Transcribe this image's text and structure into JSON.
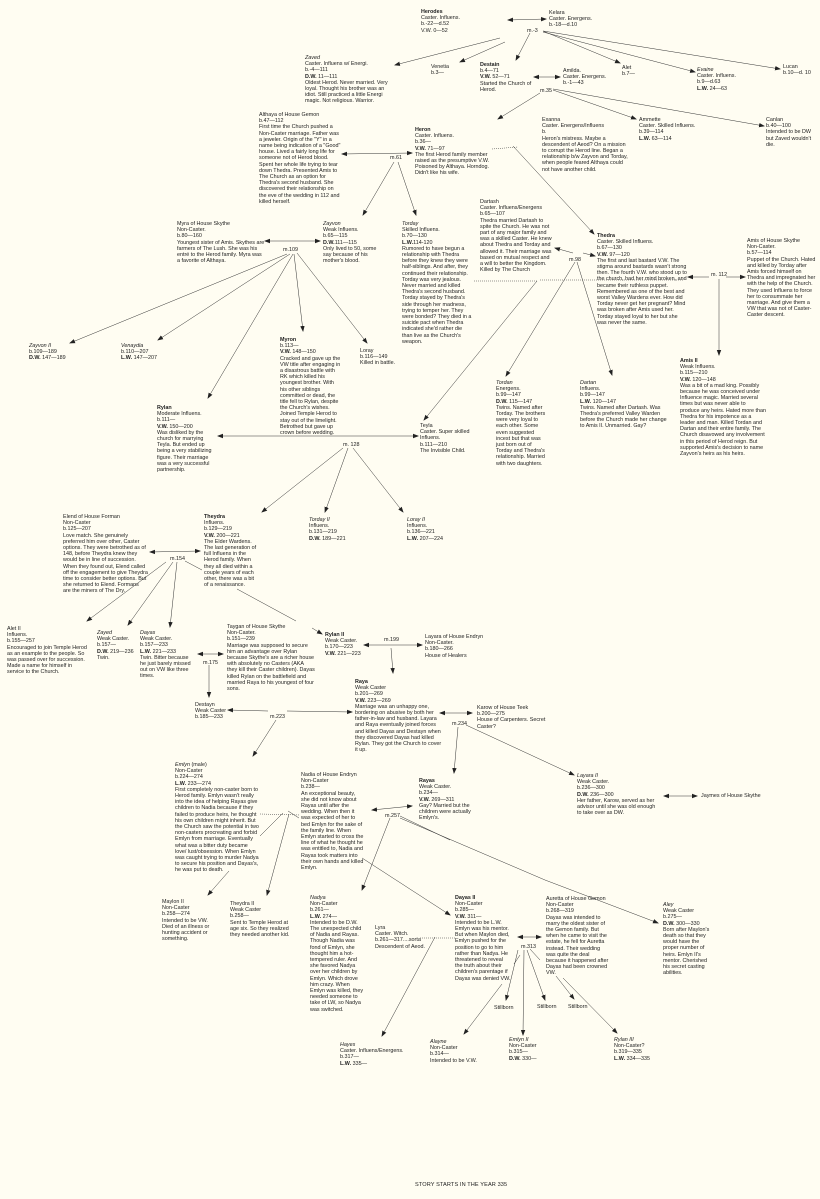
{
  "footer": "STORY STARTS IN THE YEAR 335",
  "marriages": [
    "m.-3",
    "m.35",
    "m.61",
    "m.109",
    "m.98",
    "m. 112",
    "m. 128",
    "m.154",
    "m.175",
    "m.199",
    "m.223",
    "m.234",
    "m.257",
    "m.313"
  ],
  "people": [
    {
      "id": "herodes",
      "name": "Herodes",
      "style": "bold",
      "lines": [
        "Caster. Influens.",
        "b.-22—d.52",
        {
          "label": "",
          "value": "V.W. 0—52"
        }
      ]
    },
    {
      "id": "kelara",
      "name": "Kelara",
      "style": "plain",
      "lines": [
        "Caster. Energens.",
        "b.-18—d.10"
      ]
    },
    {
      "id": "zaved",
      "name": "Zaved",
      "style": "italic",
      "lines": [
        "Caster. Influens w/ Energi.",
        "b.-4—111",
        {
          "label": "D.W.",
          "value": " 11—111"
        },
        "Oldest Herod. Never married. Very loyal. Thought his brother was an idiot. Still practiced a little Energi magic. Not religious. Warrior."
      ]
    },
    {
      "id": "venetia",
      "name": "Venetia",
      "style": "plain",
      "lines": [
        "b.3—"
      ]
    },
    {
      "id": "destain",
      "name": "Destain",
      "style": "bold",
      "lines": [
        "b.4—71",
        {
          "label": "V.W.",
          "value": " 52—71"
        },
        "Started the Church of Herod."
      ]
    },
    {
      "id": "alet",
      "name": "Alet",
      "style": "plain",
      "lines": [
        "b.7—"
      ]
    },
    {
      "id": "evaine",
      "name": "Evaine",
      "style": "italic",
      "lines": [
        "Caster. Influens.",
        "b.9—d.63",
        {
          "label": "L.W.",
          "value": " 24—63"
        }
      ]
    },
    {
      "id": "lucan",
      "name": "Lucan",
      "style": "plain",
      "lines": [
        "b.10—d. 10"
      ]
    },
    {
      "id": "amilda",
      "name": "Amilda.",
      "style": "plain",
      "lines": [
        "Caster. Energens.",
        "b.-1—43"
      ]
    },
    {
      "id": "exanna",
      "name": "Exanna",
      "style": "plain",
      "lines": [
        "Caster. Energens/Influens",
        "b.",
        "Heron's mistress. Maybe a descendent of Aeod? On a mission to corrupt the Herod line. Began a relationship b/w Zayvon and Torday, when people feared Althaya could not have another child."
      ]
    },
    {
      "id": "ammette",
      "name": "Ammette",
      "style": "plain",
      "lines": [
        "Caster. Skilled Influens.",
        "b.39—114",
        {
          "label": "L.W.",
          "value": " 63—114"
        }
      ]
    },
    {
      "id": "canlan",
      "name": "Canlan",
      "style": "plain",
      "lines": [
        "b.40—100",
        "Intended to be DW but Zaved wouldn't die."
      ]
    },
    {
      "id": "althaya",
      "name": "Althaya of House Gemon",
      "style": "plain",
      "lines": [
        "b.47—112",
        "First time the Church pushed a Non-Caster marriage. Father was a jeweler. Origin of the \"Y\" in a name being indication of a \"Good\" house. Lived a fairly long life for someone not of Herod blood. Spent her whole life trying to tear down Thedra. Presented Amis to The Church as an option for Thedra's second husband. She discovered their relationship on the eve of the wedding in 112 and killed herself."
      ]
    },
    {
      "id": "heron",
      "name": "Heron",
      "style": "bold",
      "lines": [
        "Caster. Influens.",
        "b.36—",
        {
          "label": "V.W.",
          "value": " 71—97"
        },
        "The first Herod family member raised as the presumptive V.W. Poisoned by Althaya. Horndog. Didn't like his wife."
      ]
    },
    {
      "id": "myra",
      "name": "Myra of House Skythe",
      "style": "plain",
      "lines": [
        "Non-Caster.",
        "b.80—160",
        "Youngest sister of Amis. Skythes are farmers of The Lush. She was his entré to the Herod family. Myra was a favorite of Althaya."
      ]
    },
    {
      "id": "zayvon",
      "name": "Zayvon",
      "style": "italic",
      "lines": [
        "Weak Influens.",
        "b.65—115",
        {
          "label": "D.W.",
          "value": "111—115"
        },
        "Only lived to 50, some say because of his mother's blood."
      ]
    },
    {
      "id": "torday",
      "name": "Torday",
      "style": "italic",
      "lines": [
        "Skilled Influens.",
        "b.70—130",
        {
          "label": "L.W.",
          "value": "114-120"
        },
        "Rumored to have begun a relationship with Thedra before they knew they were half-siblings. And after, they continued their relationship. Torday was very jealous. Never married and killed Thedra's second husband. Torday stayed by Thedra's side through her madness, trying to temper her. They were bonded? They died in a suicide pact when Thedra indicated she'd rather die than live as the Church's weapon."
      ]
    },
    {
      "id": "dartash",
      "name": "Dartash",
      "style": "plain",
      "lines": [
        "Caster. Influens/Energens",
        "b.65—107",
        "Thedra married Dartash to spite the Church. He was not part of any major family and was a skilled Caster. He knew about Thedra and Torday and allowed it. Their marriage was based on mutual respect and a will to better the Kingdom. Killed by The Church"
      ]
    },
    {
      "id": "thedra",
      "name": "Thedra",
      "style": "bold",
      "lines": [
        "Caster. Skilled Influens.",
        "b.67—130",
        {
          "label": "V.W.",
          "value": " 97—120"
        },
        "The first and last bastard V.W. The stigma around bastards wasn't strong then. The fourth V.W. who stood up to the church, had her mind broken, and became their ruthless puppet. Remembered as one of the best and worst Valley Wardens ever. How did Torday never get her pregnant? Mind was broken after Amis used her. Torday stayed loyal to her but she was never the same."
      ]
    },
    {
      "id": "amis",
      "name": "Amis of House Skythe",
      "style": "plain",
      "lines": [
        "Non-Caster.",
        "b.57—114",
        "Puppet of the Church. Hated and killed by Torday after Amis forced himself on Thedra and impregnated her with the help of the Church. They used Influens to force her to consummate her marriage. And give them a VW that was not of Caster-Caster descent."
      ]
    },
    {
      "id": "zayvon2",
      "name": "Zayvon II",
      "style": "italic",
      "lines": [
        "b.109—189",
        {
          "label": "D.W.",
          "value": " 147—189"
        }
      ]
    },
    {
      "id": "venaydia",
      "name": "Venaydia",
      "style": "italic",
      "lines": [
        "b.110—207",
        {
          "label": "L.W.",
          "value": " 147—207"
        }
      ]
    },
    {
      "id": "myron",
      "name": "Myron",
      "style": "bold",
      "lines": [
        "b.113—",
        {
          "label": "V.W.",
          "value": " 148—150"
        },
        "Cracked and gave up the VW title after engaging in a disastrous battle with RK which killed his youngest brother. With his other siblings committed or dead, the title fell to Rylan, despite the Church's wishes. Joined Temple Herod to stay out of the limelight. Betrothed but gave up crown before wedding."
      ]
    },
    {
      "id": "loray",
      "name": "Loray",
      "style": "plain",
      "lines": [
        "b.116—149",
        "Killed in battle."
      ]
    },
    {
      "id": "rylan",
      "name": "Rylan",
      "style": "bold",
      "lines": [
        "Moderate Influens.",
        "b.111—",
        {
          "label": "V.W.",
          "value": " 150—200"
        },
        "Was disliked by the church for marrying Teyla. But ended up being a very stabilizing figure. Their marriage was a very successful partnership."
      ]
    },
    {
      "id": "teyla",
      "name": "Teyla",
      "style": "plain",
      "lines": [
        "Caster. Super skilled Influens.",
        "b.111—210",
        "The Invisible Child."
      ]
    },
    {
      "id": "tordan",
      "name": "Tordan",
      "style": "italic",
      "lines": [
        "Energens.",
        "b.99—147",
        {
          "label": "D.W.",
          "value": " 115—147"
        },
        "Twins. Named after Torday. The brothers were very loyal to each other. Some even suggested incest but that was just born out of Torday and Thedra's relationship. Married with two daughters."
      ]
    },
    {
      "id": "dartan",
      "name": "Dartan",
      "style": "italic",
      "lines": [
        "Influens.",
        "b.99—147",
        {
          "label": "L.W.",
          "value": " 120—147"
        },
        "Twins. Named after Dartash. Was Thedra's preferred Valley Warden before the Church made her change to Amis II. Unmarried. Gay?"
      ]
    },
    {
      "id": "amis2",
      "name": "Amis II",
      "style": "bold",
      "lines": [
        "Weak Influens.",
        "b.115—210",
        {
          "label": "V.W.",
          "value": " 120—148"
        },
        "Was a bit of a mad king. Possibly because he was conceived under Influence magic. Married several times but was never able to produce any heirs. Hated more than Thedra for his impotence as a leader and man. Killed Tordan and Dartan and their entire family. The Church disavowed any involvement in this period of Herod reign. But supported Amis's decision to name Zayvon's heirs as his heirs."
      ]
    },
    {
      "id": "torday2",
      "name": "Torday II",
      "style": "italic",
      "lines": [
        "Influens.",
        "b.131—219",
        {
          "label": "D.W.",
          "value": " 189—221"
        }
      ]
    },
    {
      "id": "loray2",
      "name": "Loray II",
      "style": "italic",
      "lines": [
        "Influens.",
        "b.136—221",
        {
          "label": "L.W.",
          "value": " 207—224"
        }
      ]
    },
    {
      "id": "elend",
      "name": "Elend of House Forman",
      "style": "plain",
      "lines": [
        "Non-Caster",
        "b.125—207",
        "Love match. She genuinely preferred him over other, Caster options. They were betrothed as of 148, before Theydra knew they would be in line of succession. When they found out, Elend called off the engagement to give Theydra time to consider better options. But she returned to Elend. Formans are the miners of The Dry."
      ]
    },
    {
      "id": "theydra",
      "name": "Theydra",
      "style": "bold",
      "lines": [
        "Influens.",
        "b.129—219",
        {
          "label": "V.W.",
          "value": " 200—221"
        },
        "The Elder Wardens. The last generation of full Influens in the Herod family. When they all died within a couple years of each other, there was a bit of a renaissance."
      ]
    },
    {
      "id": "alet2",
      "name": "Alet II",
      "style": "plain",
      "lines": [
        "Influens.",
        "b.155—257",
        "Encouraged to join Temple Herod as an example to the people. So was passed over for succession. Made a name for himself in service to the Church."
      ]
    },
    {
      "id": "zayed",
      "name": "Zayed",
      "style": "italic",
      "lines": [
        "Weak Caster.",
        "b.157—",
        {
          "label": "D.W.",
          "value": " 219—236"
        },
        "Twin."
      ]
    },
    {
      "id": "dayas",
      "name": "Dayas",
      "style": "italic",
      "lines": [
        "Weak Caster.",
        "b.157—233",
        {
          "label": "L.W.",
          "value": " 221—233"
        },
        "Twin. Bitter because he just barely missed out on VW like three times."
      ]
    },
    {
      "id": "taygan",
      "name": "Taygan of House Skythe",
      "style": "plain",
      "lines": [
        "Non-Caster.",
        "b.151—239",
        "Marriage was supposed to secure him an advantage over Rylan because Skythe's are a richer house with absolutely no Casters (AKA they kill their Caster children). Dayas killed Rylan on the battlefield and married Raya to his youngest of four sons."
      ]
    },
    {
      "id": "rylan2",
      "name": "Rylan II",
      "style": "bold",
      "lines": [
        "Weak Caster.",
        "b.170—223",
        {
          "label": "V.W.",
          "value": " 221—223"
        }
      ]
    },
    {
      "id": "layara",
      "name": "Layara of House Endryn",
      "style": "plain",
      "lines": [
        "Non-Caster.",
        "b.180—266",
        "House of Healers"
      ]
    },
    {
      "id": "raya",
      "name": "Raya",
      "style": "bold",
      "lines": [
        "Weak Caster",
        "b.201—269",
        {
          "label": "V.W.",
          "value": " 223—269"
        },
        "Marriage was an unhappy one, bordering on abusive by both her father-in-law and husband. Layara and Raya eventually joined forces and killed Dayas and Destayn when they discovered Dayas had killed Rylan. They got the Church to cover it up."
      ]
    },
    {
      "id": "destayn",
      "name": "Destayn",
      "style": "plain",
      "lines": [
        "Weak Caster",
        "b.185—233"
      ]
    },
    {
      "id": "karow",
      "name": "Karow of House Teek",
      "style": "plain",
      "lines": [
        "b.200—275",
        "House of Carpenters. Secret Caster?"
      ]
    },
    {
      "id": "emlyn",
      "name": "Emlyn",
      "suffix": " (male)",
      "style": "italic",
      "lines": [
        "Non-Caster",
        "b.224—274",
        {
          "label": "L.W.",
          "value": " 233—274"
        },
        "First completely non-caster born to Herod family. Emlyn wasn't really into the idea of helping Rayas give children to Nadia because if they failed to produce heirs, he thought his own children might inherit. But the Church saw the potential in two non-casters procreating and forbid Emlyn from marriage. Eventually what was a bitter duty became love/ lust/obsession. When Emlyn was caught trying to murder Nadya to secure his position and Dayas's, he was put to death."
      ]
    },
    {
      "id": "nadia",
      "name": "Nadia of House Endryn",
      "style": "plain",
      "lines": [
        "Non-Caster",
        "b.238—",
        "An exceptional beauty, she did not know about Rayas until after the wedding. When then it was expected of her to bed Emlyn for the sake of the family line. When Emlyn started to cross the line of what he thought he was entitled to, Nadia and Rayas took matters into their own hands and killed Emlyn."
      ]
    },
    {
      "id": "rayas",
      "name": "Rayas",
      "style": "bold",
      "lines": [
        "Weak Caster.",
        "b.234—",
        {
          "label": "V.W.",
          "value": " 269—311"
        },
        "Gay? Married but the children were actually Emlyn's."
      ]
    },
    {
      "id": "layara2",
      "name": "Layara II",
      "style": "italic",
      "lines": [
        "Weak Caster.",
        "b.236—300",
        {
          "label": "D.W.",
          "value": " 236—300"
        },
        "Her father, Karow, served as her advisor until she was old enough to take over as DW."
      ]
    },
    {
      "id": "jaymes",
      "name": "Jaymes of House Skythe",
      "style": "plain",
      "lines": []
    },
    {
      "id": "maylon2",
      "name": "Maylon II",
      "style": "plain",
      "lines": [
        "Non-Caster",
        "b.258—274",
        "Intended to be VW. Died of an illness or hunting accident or something."
      ]
    },
    {
      "id": "theydra2",
      "name": "Theydra II",
      "style": "plain",
      "lines": [
        "Weak Caster",
        "b.258—",
        "Sent to Temple Herod at age six. So they realized they needed another kid."
      ]
    },
    {
      "id": "nadya",
      "name": "Nadya",
      "style": "italic",
      "lines": [
        "Non-Caster",
        "b.261—",
        {
          "label": "L.W.",
          "value": " 274—"
        },
        "Intended to be D.W. The unexpected child of Nadia and Rayas. Though Nadia was fond of Emlyn, she thought him a hot-tempered ruler. And she favored Nadya over her children by Emlyn. Which drove him crazy. When Emlyn was killed, they needed someone to take of LW, so Nadya was switched."
      ]
    },
    {
      "id": "lyra",
      "name": "Lyra",
      "style": "plain",
      "lines": [
        "Caster. Witch.",
        "b.261—317....sorta",
        "Descendent of Aeod."
      ]
    },
    {
      "id": "dayas2",
      "name": "Dayas II",
      "style": "bold",
      "lines": [
        "Non-Caster",
        "b.285—",
        {
          "label": "V.W.",
          "value": " 311—"
        },
        "Intended to be L.W. Emlyn was his mentor. But when Maylon died, Emlyn pushed for the position to go to him rather than Nadya. He threatened to reveal the truth about their children's parentage if Dayas was denied VW."
      ]
    },
    {
      "id": "auretta",
      "name": "Auretta of House Gemon",
      "style": "plain",
      "lines": [
        "Non-Caster",
        "b.268—319",
        "Dayas was intended to marry the oldest sister of the Gemon family. But when he came to visit the estate, he fell for Auretta instead. Their wedding was quite the deal because it happened after Dayas had been crowned VW."
      ]
    },
    {
      "id": "aley",
      "name": "Aley",
      "style": "italic",
      "lines": [
        "Weak Caster",
        "b.275—",
        {
          "label": "D.W.",
          "value": " 300—330"
        },
        "Born after Maylon's death so that they would have the proper number of heirs. Emlyn II's mentor. Cherished his secret casting abilities."
      ]
    },
    {
      "id": "stillborn1",
      "name": "Stillborn",
      "style": "plain",
      "lines": []
    },
    {
      "id": "stillborn2",
      "name": "Stillborn",
      "style": "plain",
      "lines": []
    },
    {
      "id": "stillborn3",
      "name": "Stillborn",
      "style": "plain",
      "lines": []
    },
    {
      "id": "hayes",
      "name": "Hayes",
      "style": "italic",
      "lines": [
        "Caster. Influens/Energens.",
        "b.317—",
        {
          "label": "L.W.",
          "value": " 335—"
        }
      ]
    },
    {
      "id": "alayne",
      "name": "Alayne",
      "style": "italic",
      "lines": [
        "Non-Caster",
        "b.314—",
        "Intended to be V.W."
      ]
    },
    {
      "id": "emlyn2",
      "name": "Emlyn II",
      "style": "italic",
      "lines": [
        "Non-Caster",
        "b.315—",
        {
          "label": "D.W.",
          "value": " 330—"
        }
      ]
    },
    {
      "id": "rylan3",
      "name": "Rylan III",
      "style": "italic",
      "lines": [
        "Non-Caster?",
        "b.319—335",
        {
          "label": "L.W.",
          "value": " 334—335"
        }
      ]
    }
  ]
}
